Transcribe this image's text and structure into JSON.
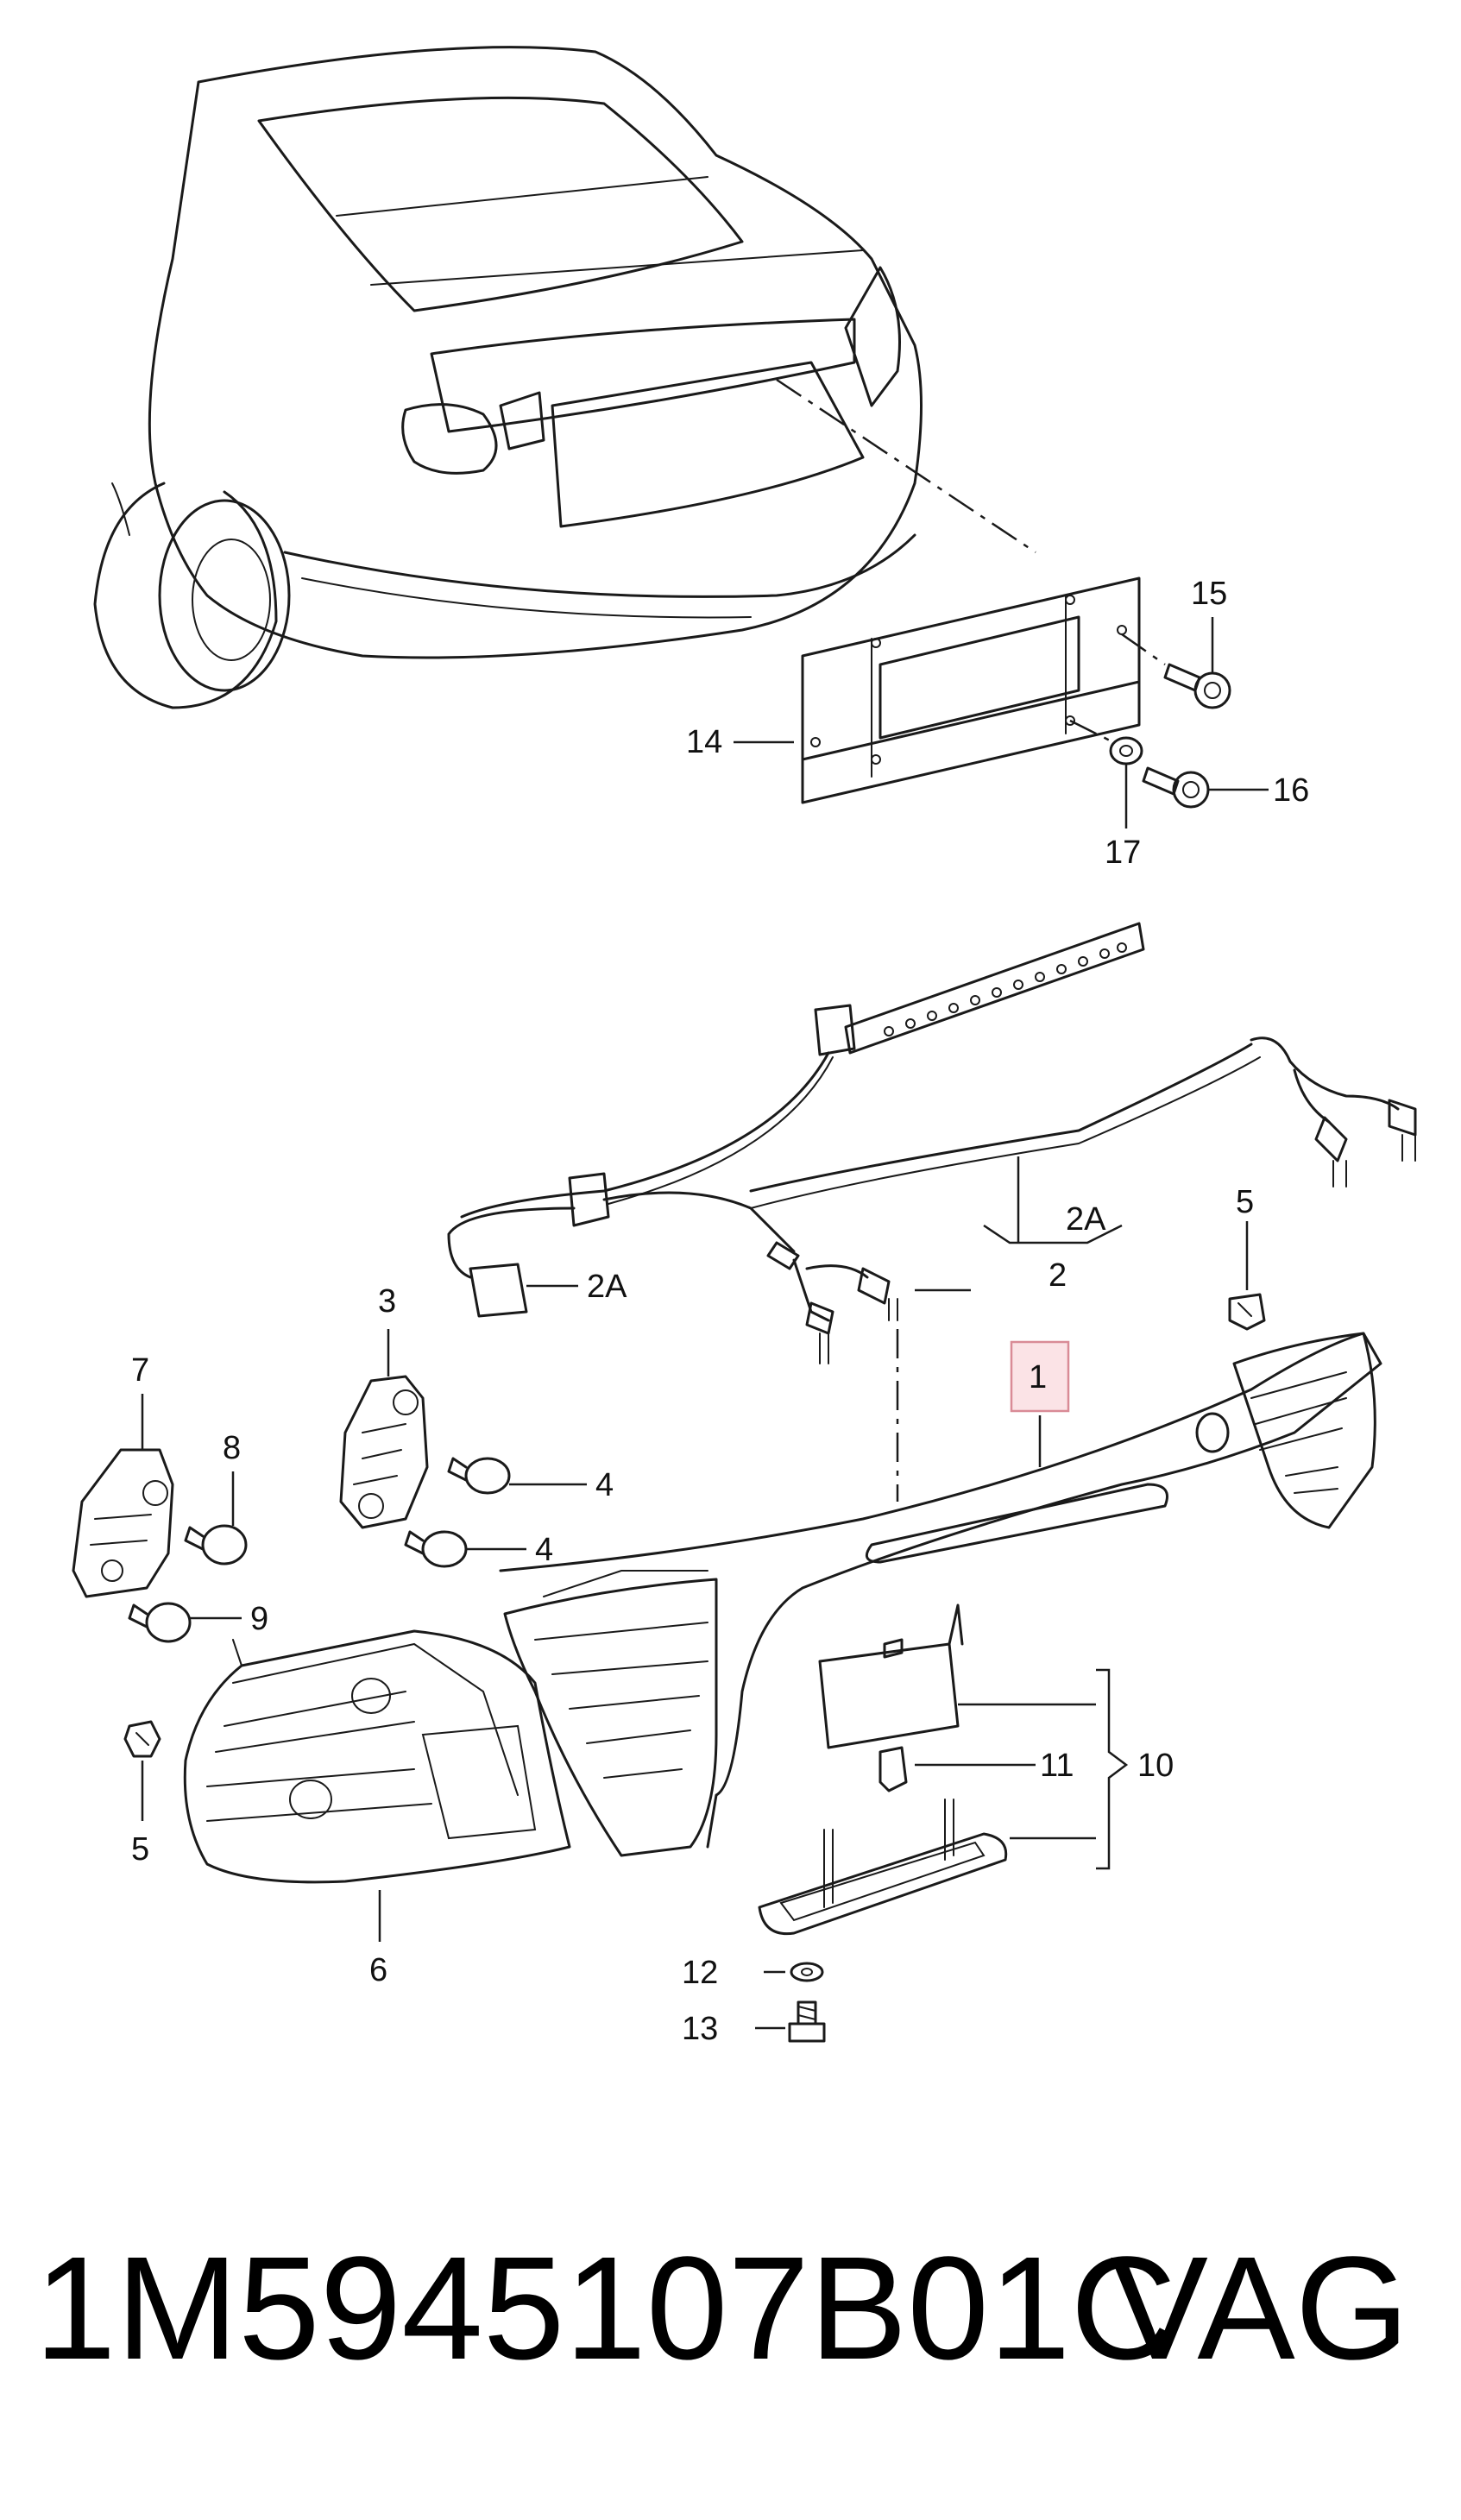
{
  "labels": {
    "l1": "1",
    "l2": "2",
    "l2a_right": "2A",
    "l2a_left": "2A",
    "l3": "3",
    "l4a": "4",
    "l4b": "4",
    "l5a": "5",
    "l5b": "5",
    "l6": "6",
    "l7": "7",
    "l8": "8",
    "l9": "9",
    "l10": "10",
    "l11": "11",
    "l12": "12",
    "l13": "13",
    "l14": "14",
    "l15": "15",
    "l16": "16",
    "l17": "17"
  },
  "caption": {
    "part_number": "1M5945107B01C",
    "brand": "VAG"
  },
  "colors": {
    "line": "#1a1a1a",
    "highlight_fill": "#fbe3e6",
    "highlight_border": "#d98b96"
  }
}
